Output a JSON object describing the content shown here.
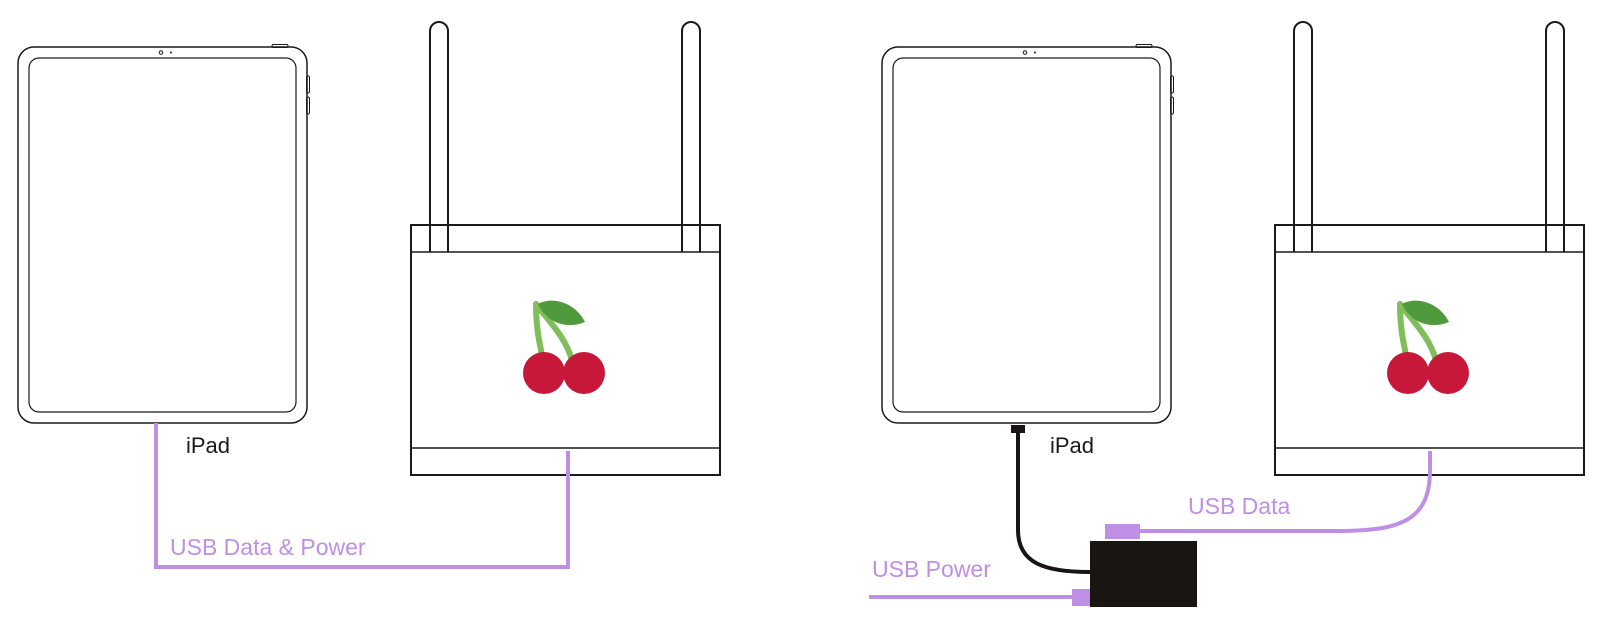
{
  "colors": {
    "cable": "#bf8fe5",
    "outline": "#1a1a1a",
    "hub": "#181512",
    "cherry": "#c8183a",
    "stem": "#7fbe5a",
    "leaf": "#4e9a3c"
  },
  "left": {
    "device_label": "iPad",
    "cable_label": "USB Data & Power",
    "router_icon": "cherry-icon"
  },
  "right": {
    "device_label": "iPad",
    "data_label": "USB Data",
    "power_label": "USB Power",
    "router_icon": "cherry-icon"
  }
}
